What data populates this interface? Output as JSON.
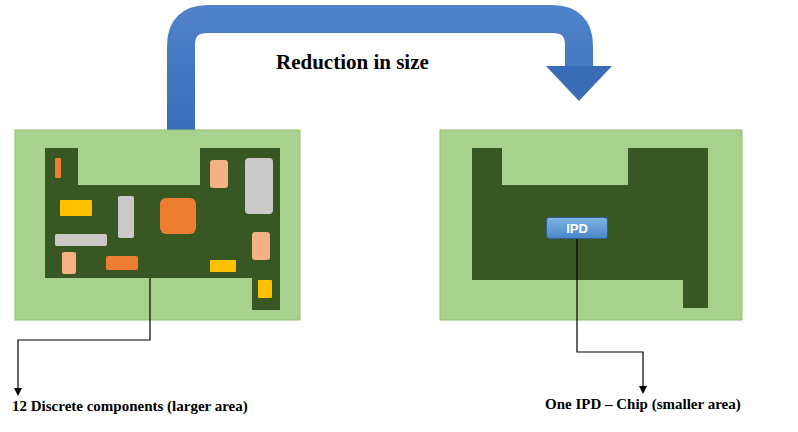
{
  "diagram": {
    "title": "Reduction in size",
    "nodes": [
      {
        "text": [
          "IPD"
        ]
      }
    ],
    "labels": [
      "12 Discrete components (larger area)",
      "One IPD – Chip (smaller area)"
    ]
  }
}
